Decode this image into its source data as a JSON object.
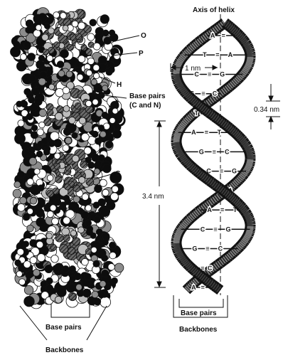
{
  "labels": {
    "axis_of_helix": "Axis of helix",
    "atom_o": "O",
    "atom_p": "P",
    "atom_h": "H",
    "atom_c": "C",
    "base_pairs_cn_line1": "Base pairs",
    "base_pairs_cn_line2": "(C and N)",
    "pitch": "3.4 nm",
    "width": "1 nm",
    "rise": "0.34 nm",
    "left_base_pairs": "Base pairs",
    "left_backbones": "Backbones",
    "right_base_pairs": "Base pairs",
    "right_backbones": "Backbones"
  },
  "pairs": [
    {
      "l": "A",
      "b": "=",
      "r": "T"
    },
    {
      "l": "T",
      "b": "=",
      "r": "A"
    },
    {
      "l": "C",
      "b": "≡",
      "r": "G"
    },
    {
      "l": "G",
      "b": "≡",
      "r": "C"
    },
    {
      "l": "T",
      "b": "=",
      "r": "A"
    },
    {
      "l": "A",
      "b": "=",
      "r": "T"
    },
    {
      "l": "G",
      "b": "≡",
      "r": "C"
    },
    {
      "l": "C",
      "b": "≡",
      "r": "G"
    },
    {
      "l": "T",
      "b": "=",
      "r": "A"
    },
    {
      "l": "A",
      "b": "=",
      "r": "T"
    },
    {
      "l": "C",
      "b": "≡",
      "r": "G"
    },
    {
      "l": "G",
      "b": "≡",
      "r": "C"
    },
    {
      "l": "G",
      "b": "≡",
      "r": "C"
    },
    {
      "l": "A",
      "b": "=",
      "r": "T"
    }
  ]
}
